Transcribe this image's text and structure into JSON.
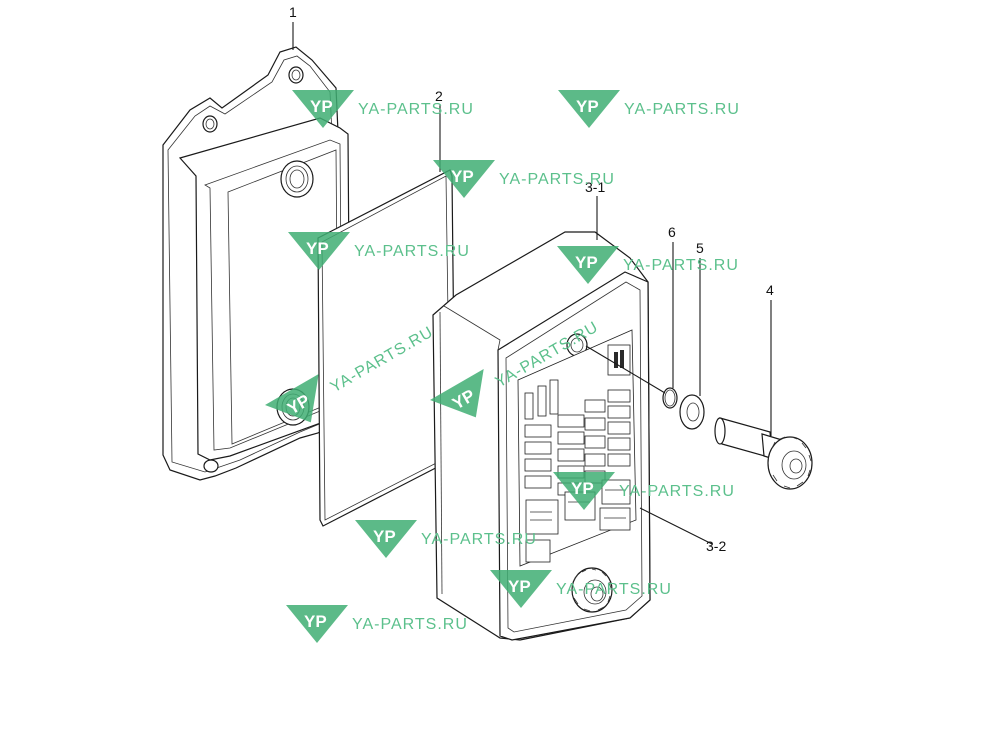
{
  "callouts": {
    "c1": "1",
    "c2": "2",
    "c3_1": "3-1",
    "c3_2": "3-2",
    "c4": "4",
    "c5": "5",
    "c6": "6"
  },
  "watermark": {
    "text": "YA-PARTS.RU",
    "logo_letters": "YP",
    "color": "#3fae73"
  }
}
